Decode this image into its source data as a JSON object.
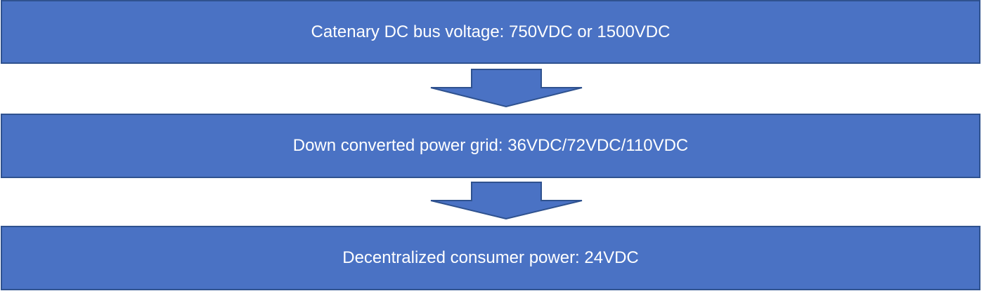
{
  "colors": {
    "fill": "#4a72c4",
    "border": "#2f528f"
  },
  "stages": [
    {
      "label": "Catenary DC bus voltage: 750VDC or 1500VDC"
    },
    {
      "label": "Down converted power grid: 36VDC/72VDC/110VDC"
    },
    {
      "label": "Decentralized consumer power: 24VDC"
    }
  ]
}
